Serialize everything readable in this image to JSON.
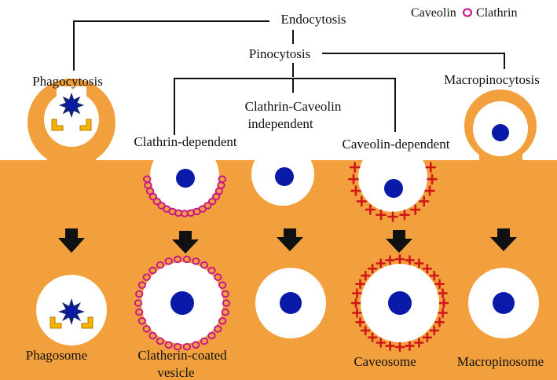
{
  "colors": {
    "membrane": "#F2A03D",
    "vesicle": "#FFFFFF",
    "cargo": "#0A1AA8",
    "caveolin": "#D01818",
    "clathrin": "#C8198A",
    "arrow": "#111111",
    "receptor": "#F4B400",
    "phago_cargo": "#0F2477"
  },
  "legend": {
    "caveolin": "Caveolin",
    "clathrin": "Clathrin"
  },
  "tree": {
    "root": "Endocytosis",
    "pinocytosis": "Pinocytosis"
  },
  "pathways": {
    "phagocytosis": "Phagocytosis",
    "macropinocytosis": "Macropinocytosis",
    "clathrin_dependent": "Clathrin-dependent",
    "independent_line1": "Clathrin-Caveolin",
    "independent_line2": "independent",
    "caveolin_dependent": "Caveolin-dependent"
  },
  "products": {
    "phagosome": "Phagosome",
    "clathrin_vesicle_line1": "Clatherin-coated",
    "clathrin_vesicle_line2": "vesicle",
    "caveosome": "Caveosome",
    "macropinosome": "Macropinosome"
  }
}
